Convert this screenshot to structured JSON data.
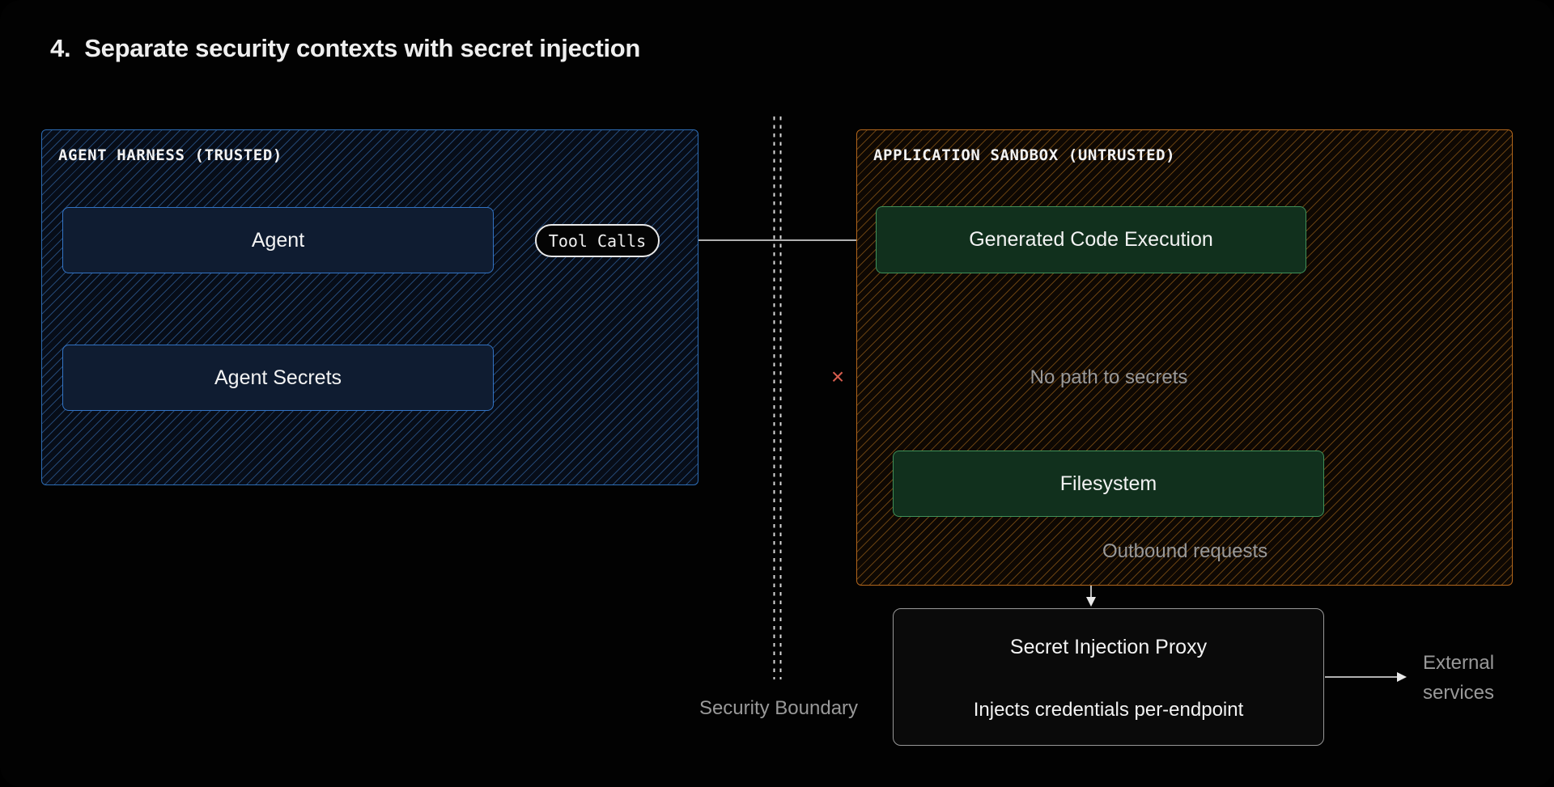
{
  "title": {
    "number": "4.",
    "text": "Separate security contexts with secret injection"
  },
  "harness": {
    "label": "AGENT HARNESS (TRUSTED)",
    "agent": "Agent",
    "agent_secrets": "Agent Secrets"
  },
  "sandbox": {
    "label": "APPLICATION SANDBOX (UNTRUSTED)",
    "code_exec": "Generated Code Execution",
    "filesystem": "Filesystem"
  },
  "proxy": {
    "title": "Secret Injection Proxy",
    "subtitle": "Injects credentials per-endpoint"
  },
  "labels": {
    "tool_calls": "Tool Calls",
    "no_path": "No path to secrets",
    "outbound": "Outbound requests",
    "external": "External services",
    "boundary": "Security Boundary",
    "blocked": "×"
  },
  "colors": {
    "accent_blue": "#2d6cb5",
    "accent_orange": "#b2661c",
    "accent_green": "#3f9159",
    "blocked_red": "#d65d4e",
    "label_gray": "#999999",
    "wire_white": "#e9e9e9"
  }
}
